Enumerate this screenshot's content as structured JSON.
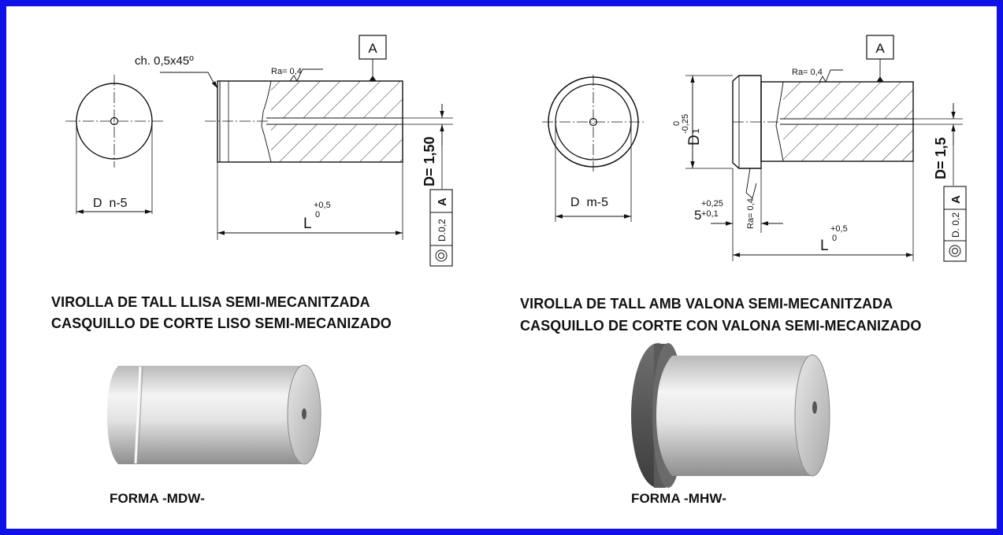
{
  "left": {
    "chamfer": "ch. 0,5x45º",
    "datum": "A",
    "ra": "Ra= 0,4",
    "diam_label": "D  n-5",
    "len_main": "L",
    "len_sub": "0",
    "len_sup": "+0,5",
    "d_tol": "D= 1,50",
    "geo_tol_value": "D.0,2",
    "geo_tol_datum": "A",
    "title_ca": "VIROLLA DE TALL LLISA SEMI-MECANITZADA",
    "title_es": "CASQUILLO DE CORTE LISO SEMI-MECANIZADO",
    "form": "FORMA -MDW-"
  },
  "right": {
    "datum": "A",
    "ra": "Ra= 0,4",
    "ra_vertical": "Ra= 0,4",
    "diam_label": "D  m-5",
    "d1_main": "D",
    "d1_sub": "1",
    "d1_tol_top": "0",
    "d1_tol_bottom": "-0,25",
    "five_main": "5",
    "five_sup": "+0,25",
    "five_sub": "+0,1",
    "len_main": "L",
    "len_sub": "0",
    "len_sup": "+0,5",
    "d_tol": "D= 1,5",
    "geo_tol_value": "D. 0,2",
    "geo_tol_datum": "A",
    "title_ca": "VIROLLA DE TALL AMB VALONA SEMI-MECANITZADA",
    "title_es": "CASQUILLO DE CORTE CON VALONA SEMI-MECANIZADO",
    "form": "FORMA -MHW-"
  },
  "colors": {
    "frame": "#1010e8",
    "line": "#111111",
    "flange": "#5a5a5a"
  }
}
